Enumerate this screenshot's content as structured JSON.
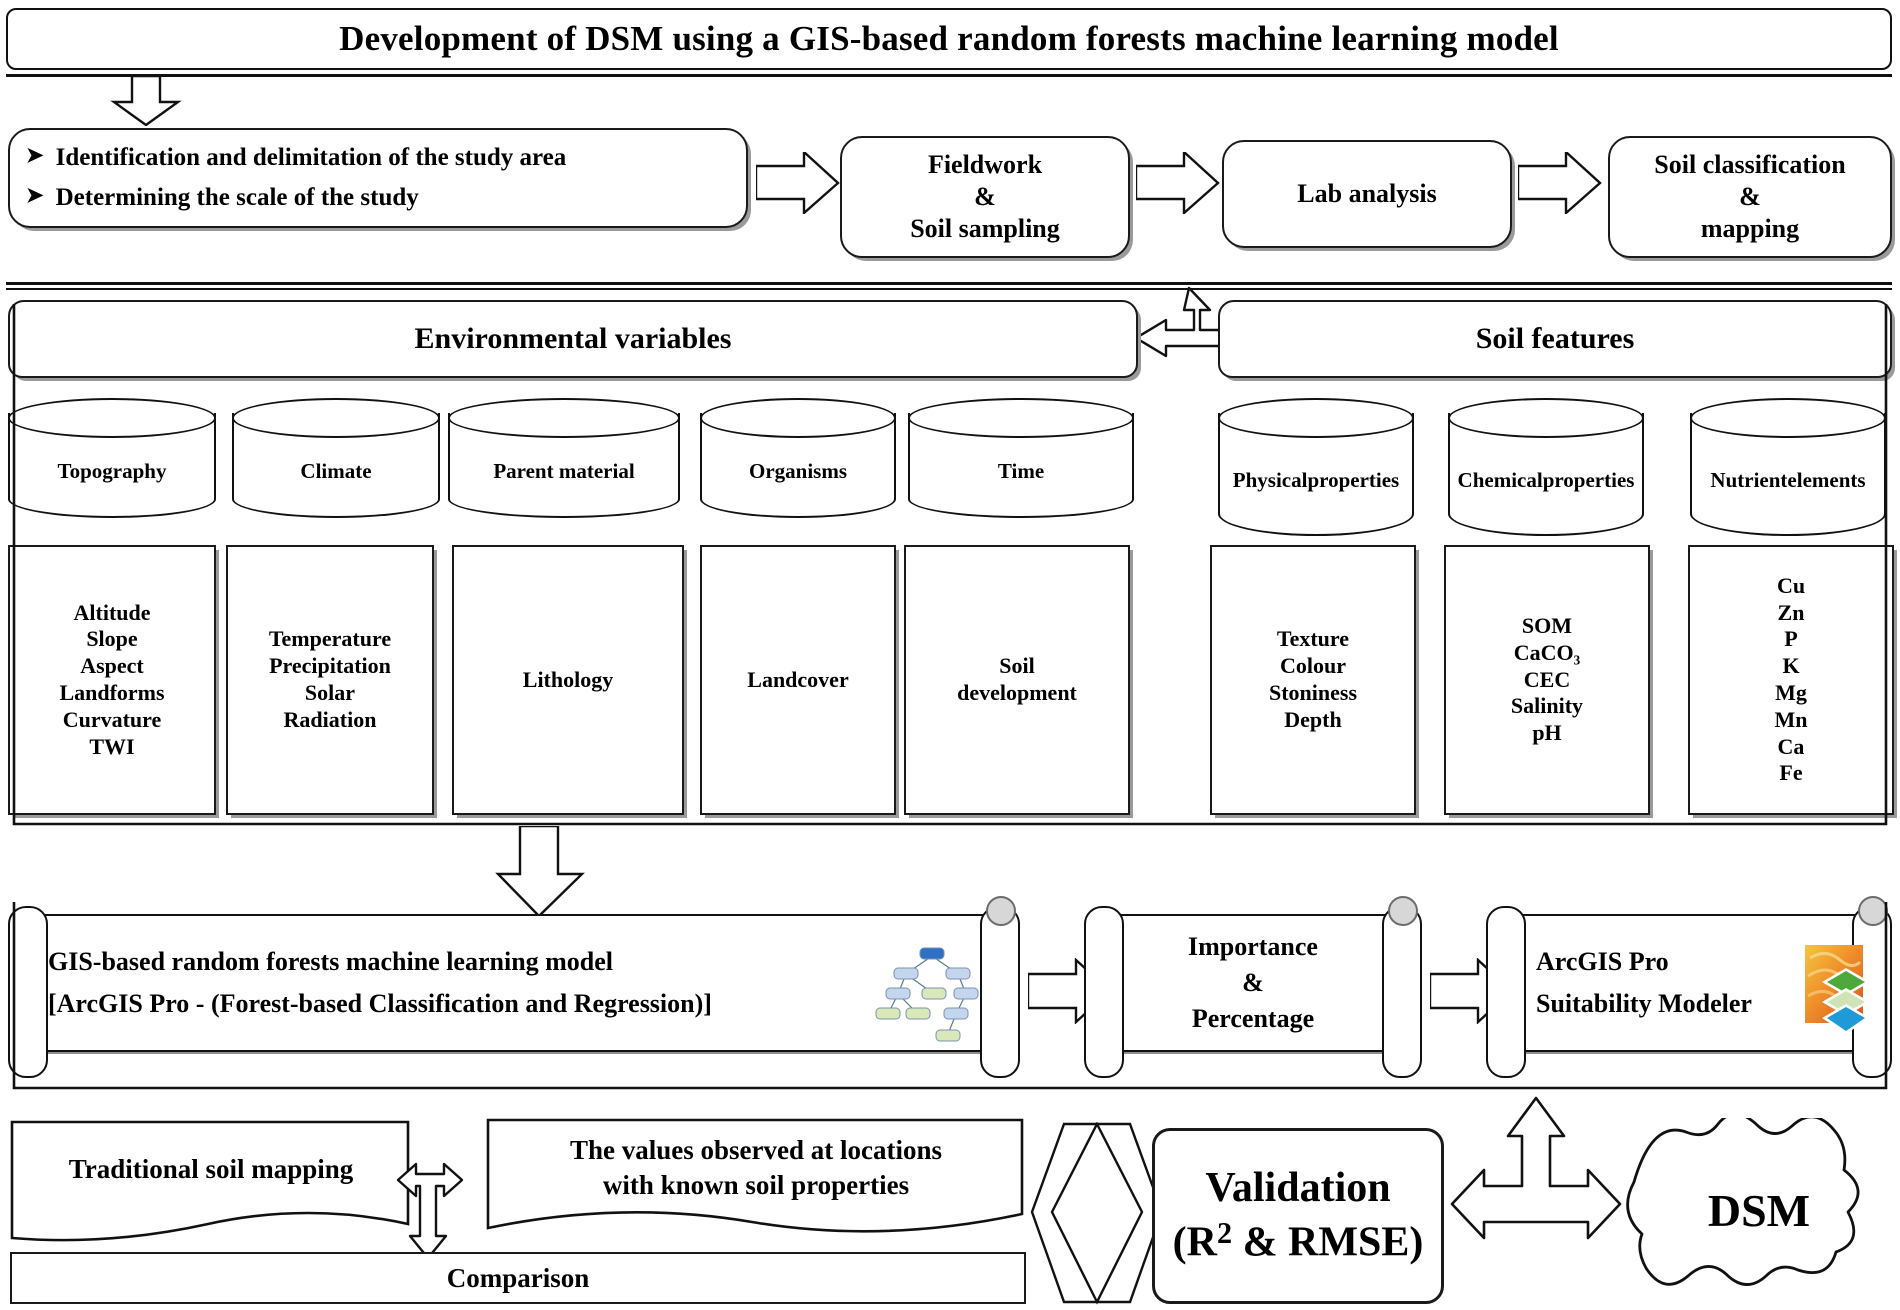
{
  "title": {
    "text": "Development of DSM using a GIS-based random  forests machine  learning model"
  },
  "step_row": {
    "study_area": {
      "bullets": [
        "Identification  and delimitation  of the study area",
        "Determining  the scale of the study"
      ],
      "bullet_glyph": "➤"
    },
    "fieldwork": {
      "lines": [
        "Fieldwork",
        "&",
        "Soil sampling"
      ]
    },
    "lab": {
      "lines": [
        "Lab analysis"
      ]
    },
    "classification": {
      "lines": [
        "Soil classification",
        "&",
        "mapping"
      ]
    }
  },
  "groups": {
    "environmental": {
      "label": "Environmental  variables"
    },
    "soil": {
      "label": "Soil features"
    }
  },
  "factors": [
    {
      "name": "Topography",
      "group": "environmental",
      "details": [
        "Altitude",
        "Slope",
        "Aspect",
        "Landforms",
        "Curvature",
        "TWI"
      ]
    },
    {
      "name": "Climate",
      "group": "environmental",
      "details": [
        "Temperature",
        "Precipitation",
        "Solar",
        "Radiation"
      ]
    },
    {
      "name": "Parent material",
      "group": "environmental",
      "details": [
        "Lithology"
      ]
    },
    {
      "name": "Organisms",
      "group": "environmental",
      "details": [
        "Landcover"
      ]
    },
    {
      "name": "Time",
      "group": "environmental",
      "details": [
        "Soil",
        "development"
      ]
    },
    {
      "name": "Physical\nproperties",
      "group": "soil",
      "details": [
        "Texture",
        "Colour",
        "Stoniness",
        "Depth"
      ]
    },
    {
      "name": "Chemical\nproperties",
      "group": "soil",
      "details": [
        "SOM",
        "CaCO₃",
        "CEC",
        "Salinity",
        "pH"
      ]
    },
    {
      "name": "Nutrient\nelements",
      "group": "soil",
      "details": [
        "Cu",
        "Zn",
        "P",
        "K",
        "Mg",
        "Mn",
        "Ca",
        "Fe"
      ]
    }
  ],
  "model_row": {
    "model": {
      "line1": "GIS-based random  forests machine  learning model",
      "line2": "[ArcGIS Pro - (Forest-based Classification  and Regression)]",
      "icon": "decision-tree-icon"
    },
    "importance": {
      "lines": [
        "Importance",
        "&",
        "Percentage"
      ]
    },
    "suitability": {
      "lines": [
        "ArcGIS Pro",
        "Suitability  Modeler"
      ],
      "icon": "arcgis-pro-layers-icon"
    }
  },
  "validation_row": {
    "traditional": {
      "label": "Traditional  soil mapping"
    },
    "observed": {
      "lines": [
        "The values observed at locations",
        "with  known soil properties"
      ]
    },
    "comparison": {
      "label": "Comparison"
    },
    "validation": {
      "line1": "Validation",
      "line2_pre": "(R",
      "line2_sup": "2",
      "line2_post": " & RMSE)"
    },
    "dsm": {
      "label": "DSM"
    }
  },
  "colors": {
    "stroke": "#111111",
    "shadow": "#8f8f8f",
    "knob": "#d7d7d7",
    "tree_root": "#2f6fc4",
    "tree_blue": "#c3d6ee",
    "tree_green": "#d9e8b8",
    "arcgis_orange": "#f0a02a",
    "arcgis_green": "#4ea83c",
    "arcgis_blue": "#1f9ad6"
  }
}
